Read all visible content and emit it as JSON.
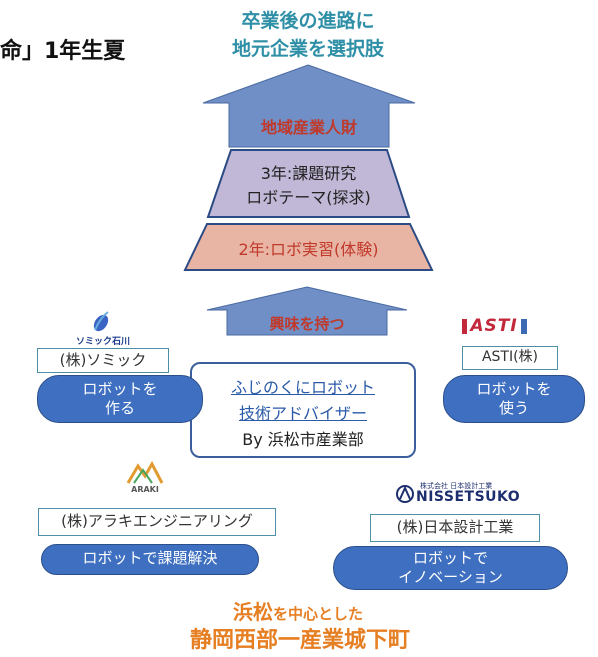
{
  "header": {
    "left_fragment": "命」1年生夏",
    "goal_line1": "卒業後の進路に",
    "goal_line2": "地元企業を選択肢"
  },
  "pyramid": {
    "top_arrow_label": "地域産業人財",
    "tier3_line1": "3年:課題研究",
    "tier3_line2": "ロボテーマ(探求)",
    "tier2": "2年:ロボ実習(体験)",
    "interest_arrow_label": "興味を持つ"
  },
  "center": {
    "line1": "ふじのくにロボット",
    "line2": "技術アドバイザー",
    "line3": "By 浜松市産業部"
  },
  "companies": {
    "somic": {
      "logo_text": "ソミック石川",
      "name": "(株)ソミック",
      "action_line1": "ロボットを",
      "action_line2": "作る"
    },
    "asti": {
      "logo_text": "ASTI",
      "name": "ASTI(株)",
      "action_line1": "ロボットを",
      "action_line2": "使う"
    },
    "araki": {
      "logo_text": "ARAKI",
      "name": "(株)アラキエンジニアリング",
      "action": "ロボットで課題解決"
    },
    "nissetsuko": {
      "logo_small": "株式会社 日本設計工業",
      "logo_text": "NISSETSUKO",
      "name": "(株)日本設計工業",
      "action_line1": "ロボットで",
      "action_line2": "イノベーション"
    }
  },
  "footer": {
    "line1_a": "浜松",
    "line1_b": "を中心とした",
    "line2": "静岡西部一産業城下町"
  },
  "colors": {
    "teal_text": "#2e8fa6",
    "red_text": "#c0392b",
    "orange_text": "#e67e22",
    "arrow_fill": "#6f8fc6",
    "tier3_fill": "#c0b8d6",
    "tier2_fill": "#e8b4a4",
    "pill_fill": "#3e6fc0"
  }
}
